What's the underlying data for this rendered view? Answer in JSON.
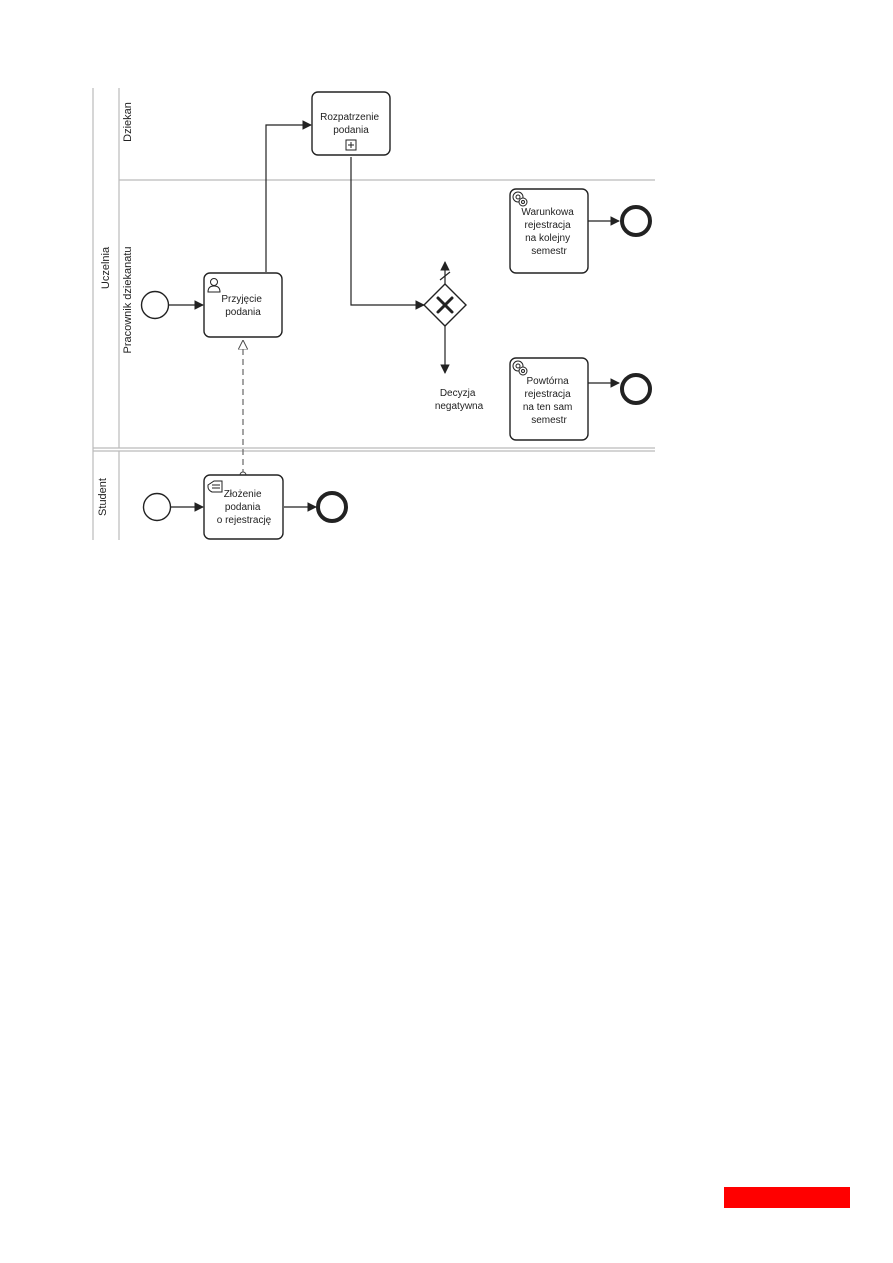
{
  "diagram": {
    "pool_label": "Uczelnia",
    "lanes": {
      "dziekan": "Dziekan",
      "pracownik": "Pracownik dziekanatu",
      "student": "Student"
    },
    "tasks": {
      "rozpatrzenie": [
        "Rozpatrzenie",
        "podania"
      ],
      "przyjecie": [
        "Przyjęcie",
        "podania"
      ],
      "warunkowa": [
        "Warunkowa",
        "rejestracja",
        "na kolejny",
        "semestr"
      ],
      "powtorna": [
        "Powtórna",
        "rejestracja",
        "na ten sam",
        "semestr"
      ],
      "zlozenie": [
        "Złożenie",
        "podania",
        "o rejestrację"
      ]
    },
    "gateway_label": [
      "Decyzja",
      "negatywna"
    ],
    "icons": {
      "user_task": "user-icon",
      "service_task": "gear-icon",
      "send_task": "envelope-hand-icon",
      "subprocess": "plus-box-icon",
      "gateway": "exclusive-x-icon"
    }
  },
  "page": {
    "accent_bar_color": "#ff0000"
  }
}
